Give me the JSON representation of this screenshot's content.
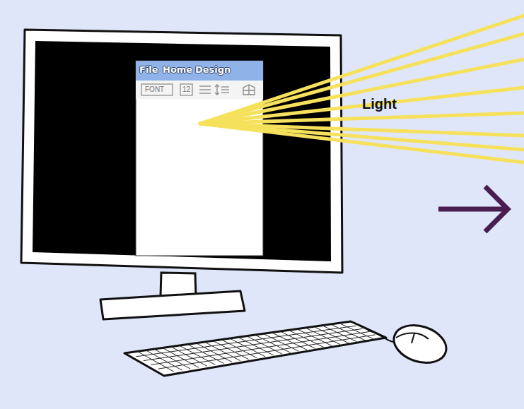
{
  "diagram": {
    "labels": [
      "File",
      "Home",
      "Design",
      "FONT",
      "12",
      "Light"
    ]
  }
}
